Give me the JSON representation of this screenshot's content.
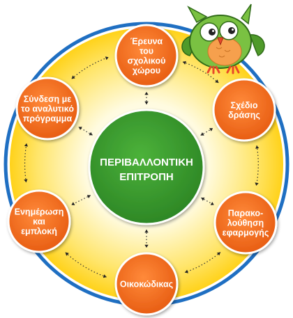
{
  "center": {
    "lines": [
      "ΠΕΡΙΒΑΛΛΟΝΤΙΚΗ",
      "ΕΠΙΤΡΟΠΗ"
    ]
  },
  "nodes": [
    {
      "id": "research",
      "lines": [
        "Έρευνα",
        "του",
        "σχολικού",
        "χώρου"
      ]
    },
    {
      "id": "plan",
      "lines": [
        "Σχέδιο",
        "δράσης"
      ]
    },
    {
      "id": "monitor",
      "lines": [
        "Παρακο-",
        "λούθηση",
        "εφαρμογής"
      ]
    },
    {
      "id": "ecocode",
      "lines": [
        "Οικοκώδικας"
      ]
    },
    {
      "id": "inform",
      "lines": [
        "Ενημέρωση",
        "και",
        "εμπλοκή"
      ]
    },
    {
      "id": "curriculum",
      "lines": [
        "Σύνδεση με",
        "το αναλυτικό",
        "πρόγραμμα"
      ]
    }
  ],
  "colors": {
    "ring_outer": "#1f6fc2",
    "ring_fill_center": "#fffbe0",
    "ring_fill_edge": "#ffd21a",
    "node_fill": "#f26a1c",
    "node_stroke": "#ffffff",
    "center_fill": "#3b9a2f",
    "center_stroke": "#ffffff",
    "owl_body": "#7ac142",
    "owl_belly": "#f6a04d"
  },
  "icons": {
    "mascot": "owl-mascot-icon"
  }
}
